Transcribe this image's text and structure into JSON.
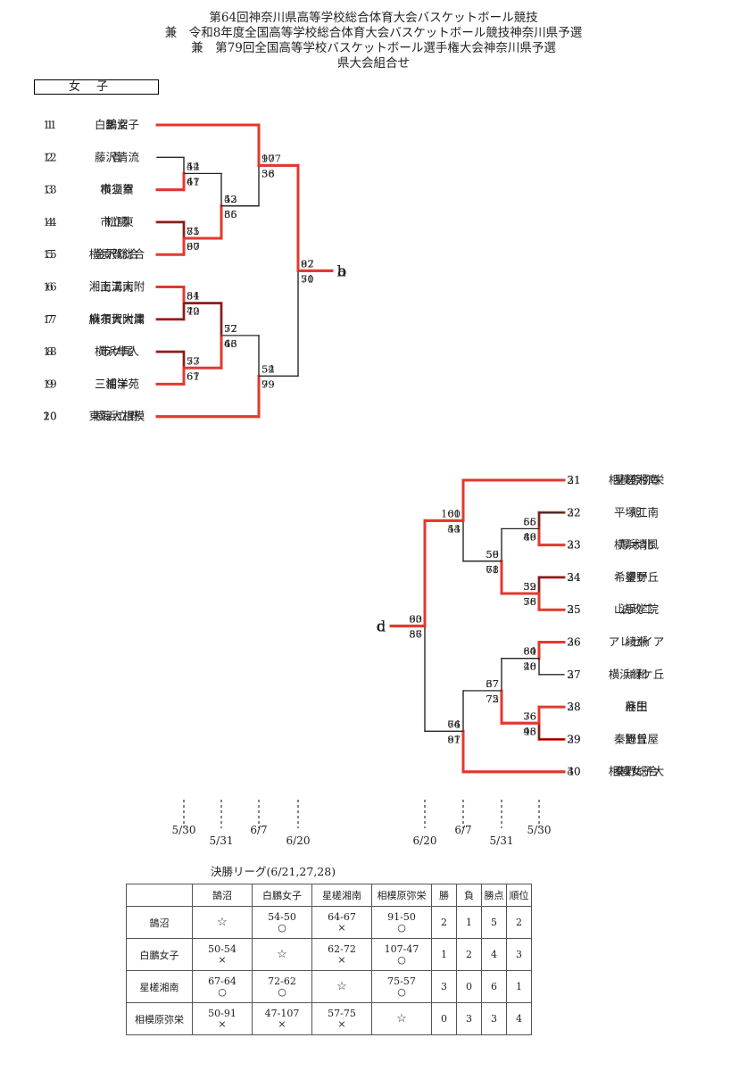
{
  "header": {
    "lines": [
      "第64回神奈川県高等学校総合体育大会バスケットボール競技",
      "兼　令和8年度全国高等学校総合体育大会バスケットボール競技神奈川県予選",
      "兼　第79回全国高等学校バスケットボール選手権大会神奈川県予選",
      "県大会組合せ"
    ],
    "section_label": "女子"
  },
  "colors": {
    "winner_line": "#e03a2f",
    "loser_line": "#222222",
    "text": "#222222"
  },
  "blocks": [
    {
      "side": "left",
      "letter": "a",
      "teams": [
        {
          "no": "1",
          "name": "鵠沼"
        },
        {
          "no": "2",
          "name": "藤沢清流"
        },
        {
          "no": "3",
          "name": "市立幸"
        },
        {
          "no": "4",
          "name": "市立東"
        },
        {
          "no": "5",
          "name": "横須賀総合"
        },
        {
          "no": "6",
          "name": "上溝南"
        },
        {
          "no": "7",
          "name": "横須賀大津"
        },
        {
          "no": "8",
          "name": "横浜隼人"
        },
        {
          "no": "9",
          "name": "相洋"
        },
        {
          "no": "10",
          "name": "横浜立野"
        }
      ],
      "games": [
        {
          "a": "2",
          "b": "3",
          "sa": "54",
          "sb": "61",
          "win": "b"
        },
        {
          "a": "4",
          "b": "5",
          "sa": "81",
          "sb": "67",
          "win": "a"
        },
        {
          "a": "6",
          "b": "7",
          "sa": "51",
          "sb": "72",
          "win": "b"
        },
        {
          "a": "8",
          "b": "9",
          "sa": "73",
          "sb": "67",
          "win": "a"
        },
        {
          "a": "G0",
          "b": "G1",
          "sa": "52",
          "sb": "55",
          "win": "b"
        },
        {
          "a": "G2",
          "b": "G3",
          "sa": "77",
          "sb": "46",
          "win": "a"
        },
        {
          "a": "1",
          "b": "G4",
          "sa": "97",
          "sb": "38",
          "win": "a"
        },
        {
          "a": "G5",
          "b": "10",
          "sa": "52",
          "sb": "99",
          "win": "b"
        },
        {
          "a": "G6",
          "b": "G7",
          "sa": "82",
          "sb": "50",
          "win": "a"
        }
      ]
    },
    {
      "side": "right",
      "letter": "c",
      "teams": [
        {
          "no": "21",
          "name": "星槎湘南"
        },
        {
          "no": "22",
          "name": "平塚江南"
        },
        {
          "no": "23",
          "name": "厚木北"
        },
        {
          "no": "24",
          "name": "秦野"
        },
        {
          "no": "25",
          "name": "山手学院"
        },
        {
          "no": "26",
          "name": "アレセイア"
        },
        {
          "no": "27",
          "name": "横浜緑ケ丘"
        },
        {
          "no": "28",
          "name": "麻生"
        },
        {
          "no": "29",
          "name": "旭丘"
        },
        {
          "no": "30",
          "name": "秦野総合"
        }
      ],
      "games": [
        {
          "a": "2",
          "b": "3",
          "sa": "65",
          "sb": "46",
          "win": "a"
        },
        {
          "a": "4",
          "b": "5",
          "sa": "59",
          "sb": "56",
          "win": "a"
        },
        {
          "a": "6",
          "b": "7",
          "sa": "80",
          "sb": "28",
          "win": "a"
        },
        {
          "a": "8",
          "b": "9",
          "sa": "36",
          "sb": "93",
          "win": "b"
        },
        {
          "a": "G0",
          "b": "G1",
          "sa": "56",
          "sb": "61",
          "win": "b"
        },
        {
          "a": "G2",
          "b": "G3",
          "sa": "67",
          "sb": "72",
          "win": "b"
        },
        {
          "a": "1",
          "b": "G4",
          "sa": "100",
          "sb": "43",
          "win": "a"
        },
        {
          "a": "G5",
          "b": "10",
          "sa": "64",
          "sb": "97",
          "win": "b"
        },
        {
          "a": "G6",
          "b": "G7",
          "sa": "90",
          "sb": "87",
          "win": "a"
        }
      ]
    },
    {
      "side": "left",
      "letter": "b",
      "teams": [
        {
          "no": "11",
          "name": "白鵬女子"
        },
        {
          "no": "12",
          "name": "菅"
        },
        {
          "no": "13",
          "name": "横須賀"
        },
        {
          "no": "14",
          "name": "松陽"
        },
        {
          "no": "15",
          "name": "金沢総合"
        },
        {
          "no": "16",
          "name": "湘南工大附"
        },
        {
          "no": "17",
          "name": "麻布大附属"
        },
        {
          "no": "18",
          "name": "市ケ尾"
        },
        {
          "no": "19",
          "name": "三浦学苑"
        },
        {
          "no": "20",
          "name": "東海大相模"
        }
      ],
      "games": [
        {
          "a": "2",
          "b": "3",
          "sa": "42",
          "sb": "47",
          "win": "b"
        },
        {
          "a": "4",
          "b": "5",
          "sa": "75",
          "sb": "90",
          "win": "b"
        },
        {
          "a": "6",
          "b": "7",
          "sa": "84",
          "sb": "40",
          "win": "a"
        },
        {
          "a": "8",
          "b": "9",
          "sa": "57",
          "sb": "61",
          "win": "b"
        },
        {
          "a": "G0",
          "b": "G1",
          "sa": "43",
          "sb": "86",
          "win": "b"
        },
        {
          "a": "G2",
          "b": "G3",
          "sa": "52",
          "sb": "63",
          "win": "b"
        },
        {
          "a": "1",
          "b": "G4",
          "sa": "107",
          "sb": "56",
          "win": "a"
        },
        {
          "a": "G5",
          "b": "10",
          "sa": "54",
          "sb": "79",
          "win": "b"
        },
        {
          "a": "G6",
          "b": "G7",
          "sa": "97",
          "sb": "71",
          "win": "a"
        }
      ]
    },
    {
      "side": "right",
      "letter": "d",
      "teams": [
        {
          "no": "31",
          "name": "相模原弥栄"
        },
        {
          "no": "32",
          "name": "旭"
        },
        {
          "no": "33",
          "name": "横浜清風"
        },
        {
          "no": "34",
          "name": "希望ケ丘"
        },
        {
          "no": "35",
          "name": "法政二"
        },
        {
          "no": "36",
          "name": "綾瀬"
        },
        {
          "no": "37",
          "name": "川和"
        },
        {
          "no": "38",
          "name": "荏田"
        },
        {
          "no": "39",
          "name": "秦野曽屋"
        },
        {
          "no": "40",
          "name": "相模女子大"
        }
      ],
      "games": [
        {
          "a": "2",
          "b": "3",
          "sa": "56",
          "sb": "89",
          "win": "b"
        },
        {
          "a": "4",
          "b": "5",
          "sa": "32",
          "sb": "78",
          "win": "b"
        },
        {
          "a": "6",
          "b": "7",
          "sa": "64",
          "sb": "40",
          "win": "a"
        },
        {
          "a": "8",
          "b": "9",
          "sa": "76",
          "sb": "46",
          "win": "a"
        },
        {
          "a": "G0",
          "b": "G1",
          "sa": "59",
          "sb": "78",
          "win": "b"
        },
        {
          "a": "G2",
          "b": "G3",
          "sa": "37",
          "sb": "75",
          "win": "b"
        },
        {
          "a": "1",
          "b": "G4",
          "sa": "61",
          "sb": "54",
          "win": "a"
        },
        {
          "a": "G5",
          "b": "10",
          "sa": "76",
          "sb": "81",
          "win": "b"
        },
        {
          "a": "G6",
          "b": "G7",
          "sa": "63",
          "sb": "56",
          "win": "a"
        }
      ]
    }
  ],
  "round_dates": {
    "left": [
      "5/30",
      "5/31",
      "6/7",
      "6/20"
    ],
    "right": [
      "6/20",
      "6/7",
      "5/31",
      "5/30"
    ]
  },
  "league": {
    "title": "決勝リーグ(6/21,27,28)",
    "headers": [
      "鵠沼",
      "白鵬女子",
      "星槎湘南",
      "相模原弥栄",
      "勝",
      "負",
      "勝点",
      "順位"
    ],
    "rows": [
      {
        "team": "鵠沼",
        "cells": [
          {
            "self": "☆"
          },
          {
            "score": "54-50",
            "mark": "○"
          },
          {
            "score": "64-67",
            "mark": "×"
          },
          {
            "score": "91-50",
            "mark": "○"
          }
        ],
        "w": "2",
        "l": "1",
        "pts": "5",
        "rank": "2"
      },
      {
        "team": "白鵬女子",
        "cells": [
          {
            "score": "50-54",
            "mark": "×"
          },
          {
            "self": "☆"
          },
          {
            "score": "62-72",
            "mark": "×"
          },
          {
            "score": "107-47",
            "mark": "○"
          }
        ],
        "w": "1",
        "l": "2",
        "pts": "4",
        "rank": "3"
      },
      {
        "team": "星槎湘南",
        "cells": [
          {
            "score": "67-64",
            "mark": "○"
          },
          {
            "score": "72-62",
            "mark": "○"
          },
          {
            "self": "☆"
          },
          {
            "score": "75-57",
            "mark": "○"
          }
        ],
        "w": "3",
        "l": "0",
        "pts": "6",
        "rank": "1"
      },
      {
        "team": "相模原弥栄",
        "cells": [
          {
            "score": "50-91",
            "mark": "×"
          },
          {
            "score": "47-107",
            "mark": "×"
          },
          {
            "score": "57-75",
            "mark": "×"
          },
          {
            "self": "☆"
          }
        ],
        "w": "0",
        "l": "3",
        "pts": "3",
        "rank": "4"
      }
    ]
  }
}
